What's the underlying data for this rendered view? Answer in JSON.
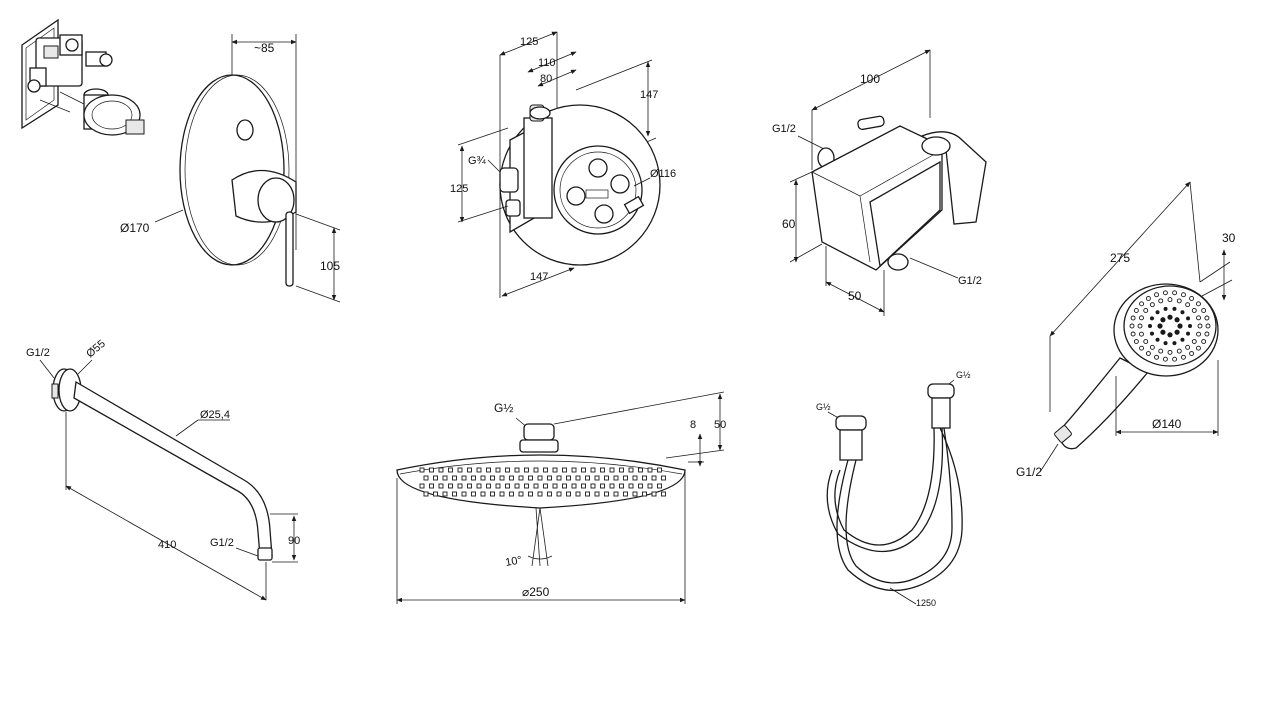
{
  "drawings": {
    "mixer_valve": {
      "depth": "~85",
      "plate_diameter": "Ø170",
      "height": "105"
    },
    "box": {
      "width_outer": "125",
      "width_mid": "110",
      "width_inner": "80",
      "height_top": "147",
      "thread": "G¾",
      "height_side": "125",
      "width_bottom": "147",
      "diameter": "Ø116"
    },
    "wall_outlet": {
      "length": "100",
      "thread_top": "G1/2",
      "height": "60",
      "depth": "50",
      "thread_bottom": "G1/2"
    },
    "hand_shower": {
      "length": "275",
      "thickness": "30",
      "diameter": "Ø140",
      "thread": "G1/2"
    },
    "shower_arm": {
      "thread_top": "G1/2",
      "flange_diameter": "Ø55",
      "tube_diameter": "Ø25,4",
      "length": "410",
      "thread_bottom": "G1/2",
      "drop": "90"
    },
    "overhead_shower": {
      "thread": "G½",
      "thickness": "8",
      "height": "50",
      "angle": "10°",
      "diameter": "⌀250"
    },
    "hose": {
      "thread_left": "G½",
      "thread_right": "G½",
      "length": "1250"
    }
  }
}
